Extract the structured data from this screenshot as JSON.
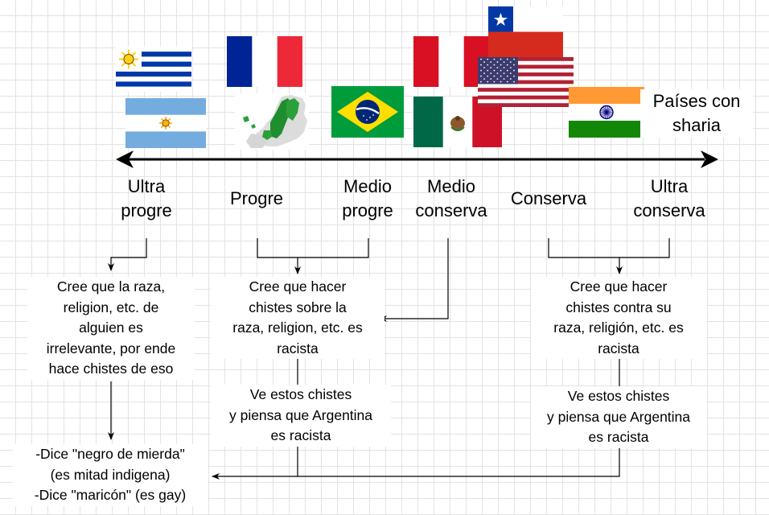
{
  "scale": {
    "labels": {
      "ultra_progre": "Ultra\nprogre",
      "progre": "Progre",
      "medio_progre": "Medio\nprogre",
      "medio_conserva": "Medio\nconserva",
      "conserva": "Conserva",
      "ultra_conserva": "Ultra\nconserva"
    },
    "end_label": "Países con\nsharia"
  },
  "flags": [
    "uruguay",
    "argentina",
    "france",
    "nordic-countries",
    "brazil",
    "peru",
    "mexico",
    "chile",
    "united-states",
    "india"
  ],
  "boxes": {
    "left_belief": "Cree que la raza,\nreligion, etc. de\nalguien es\nirrelevante, por ende\nhace chistes de eso",
    "left_result": "-Dice \"negro de mierda\"\n(es mitad indigena)\n-Dice \"maricón\" (es gay)",
    "middle_belief": "Cree que hacer\nchistes sobre la\nraza, religion, etc. es\nracista",
    "middle_result": "Ve estos chistes\ny piensa que Argentina\nes racista",
    "right_belief": "Cree que hacer\nchistes contra su\nraza, religión, etc. es\nracista",
    "right_result": "Ve estos chistes\ny piensa que Argentina\nes racista"
  },
  "colors": {
    "uruguay_blue": "#0038A8",
    "argentina_blue": "#74ACDF",
    "france_blue": "#002395",
    "france_red": "#ED2939",
    "brazil_green": "#009C3B",
    "brazil_yellow": "#FFDF00",
    "peru_red": "#D91023",
    "mexico_green": "#006847",
    "mexico_red": "#CE1126",
    "chile_blue": "#0039A6",
    "usa_red": "#B22234",
    "usa_blue": "#3C3B6E",
    "india_saffron": "#FF9933",
    "india_green": "#138808",
    "india_chakra": "#000080"
  }
}
